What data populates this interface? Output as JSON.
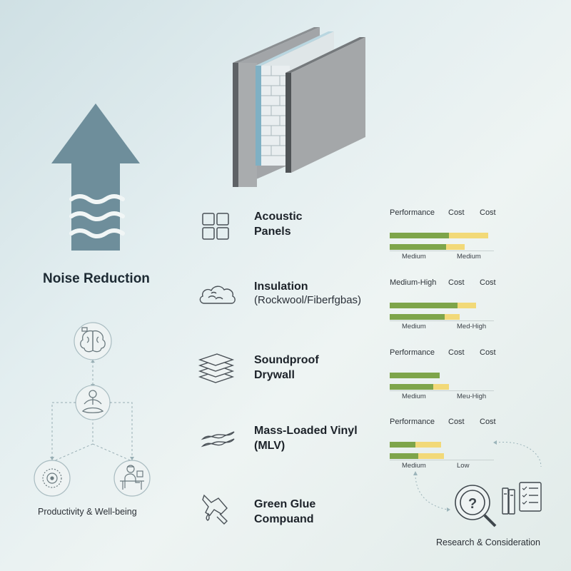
{
  "main_label": "Noise Reduction",
  "productivity_caption": "Productivity & Well-being",
  "research_caption": "Research & Consideration",
  "materials": [
    {
      "name_line1": "Acoustic",
      "name_line2": "Panels",
      "icon": "grid-panels-icon",
      "headers": [
        "Performance",
        "Cost",
        "Cost"
      ],
      "labels": [
        "Medium",
        "Medium"
      ],
      "bar1": {
        "green": 0.6,
        "yellow": 0.4
      },
      "bar2": {
        "green": 0.57,
        "yellow": 0.19
      }
    },
    {
      "name_line1": "Insulation",
      "name_line2": "(Rockwool/Fiberfgbas)",
      "icon": "cloud-insulation-icon",
      "headers": [
        "Medium-High",
        "Cost",
        "Cost"
      ],
      "labels": [
        "Medium",
        "Med-High"
      ],
      "bar1": {
        "green": 0.69,
        "yellow": 0.19
      },
      "bar2": {
        "green": 0.56,
        "yellow": 0.15
      }
    },
    {
      "name_line1": "Soundproof",
      "name_line2": "Drywall",
      "icon": "layered-drywall-icon",
      "headers": [
        "Performance",
        "Cost",
        "Cost"
      ],
      "labels": [
        "Medium",
        "Meu-High"
      ],
      "bar1": {
        "green": 0.51,
        "yellow": 0.0
      },
      "bar2": {
        "green": 0.44,
        "yellow": 0.16
      }
    },
    {
      "name_line1": "Mass-Loaded Vinyl",
      "name_line2": "(MLV)",
      "icon": "vinyl-sheets-icon",
      "headers": [
        "Performance",
        "Cost",
        "Cost"
      ],
      "labels": [
        "Medium",
        "Low"
      ],
      "bar1": {
        "green": 0.26,
        "yellow": 0.26
      },
      "bar2": {
        "green": 0.29,
        "yellow": 0.26
      }
    },
    {
      "name_line1": "Green Glue",
      "name_line2": "Compuand",
      "icon": "glue-gun-icon",
      "headers": [],
      "labels": [],
      "bar1": null,
      "bar2": null
    }
  ],
  "colors": {
    "performance": "#7ea54a",
    "cost": "#f2d978",
    "arrow": "#6e8e9b"
  }
}
